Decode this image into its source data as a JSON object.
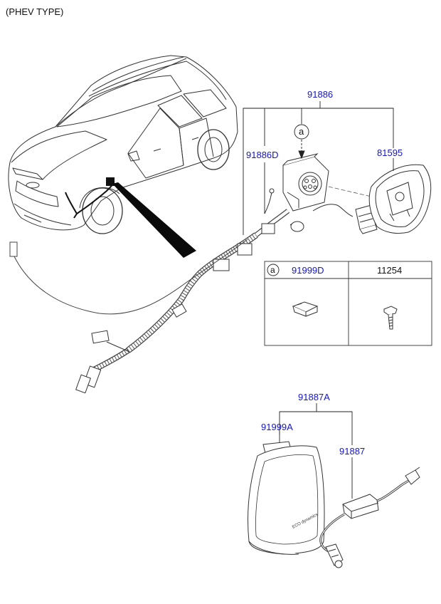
{
  "header": {
    "title": "(PHEV TYPE)"
  },
  "labels": {
    "assy_top": "91886",
    "sub_connector": "91886D",
    "door": "81595",
    "assy_portable": "91887A",
    "pouch": "91999A",
    "charger": "91887"
  },
  "reference_marker": "a",
  "parts_table": {
    "ref": "a",
    "columns": [
      "91999D",
      "11254"
    ]
  },
  "pouch_print": "ECO dynamics",
  "colors": {
    "part_number": "#1515c8",
    "line": "#222222"
  }
}
